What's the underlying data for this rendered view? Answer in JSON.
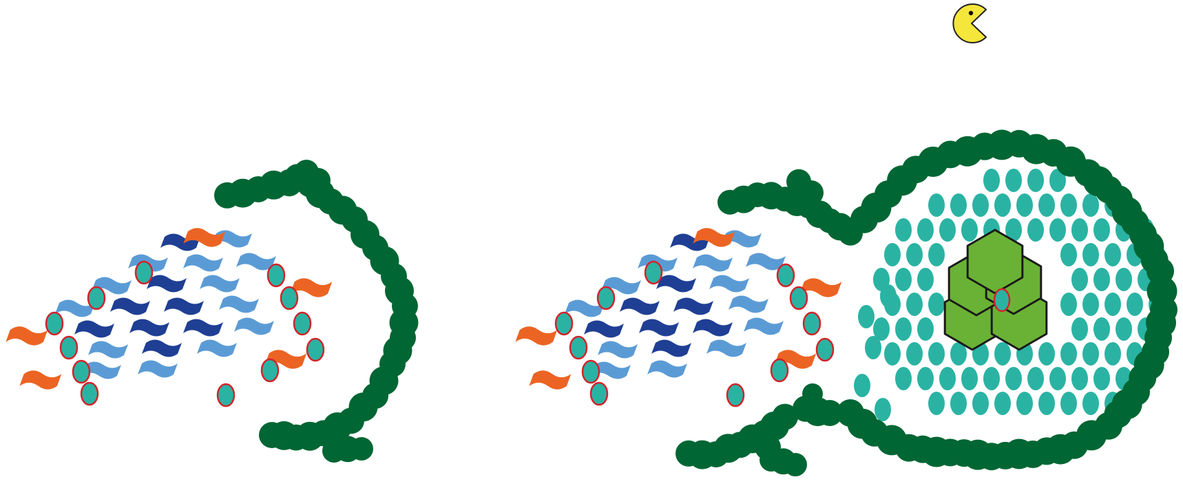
{
  "diagram": {
    "panels": [
      {
        "id": "left-panel",
        "membrane": "open-cup",
        "contains_vesicle": false,
        "contains_protein_complex": false
      },
      {
        "id": "right-panel",
        "membrane": "phagophore-enclosing-vesicle",
        "contains_vesicle": true,
        "contains_protein_complex": true
      }
    ],
    "icons": [
      "pacman-icon"
    ],
    "colors": {
      "background": "#ffffff",
      "membrane": "#006633",
      "cargo_light": "#5b9bd5",
      "cargo_dark": "#1f3f94",
      "orange_receptor": "#ec6423",
      "teal_particle": "#2ab3a3",
      "particle_outline": "#d3232a",
      "complex_green": "#6ab235",
      "complex_outline": "#1a1a1a",
      "pacman_yellow": "#f5e63b"
    }
  }
}
